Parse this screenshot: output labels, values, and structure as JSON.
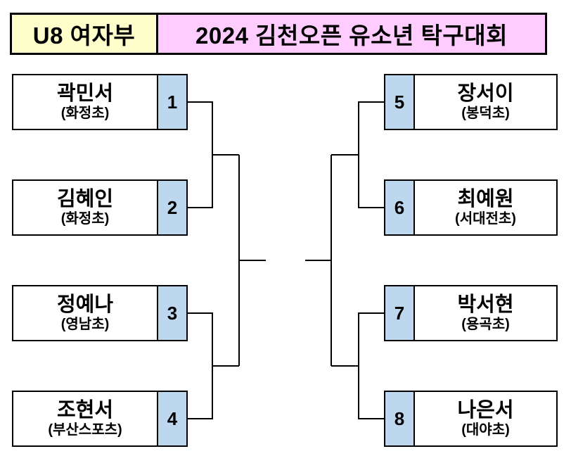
{
  "header": {
    "division": "U8 여자부",
    "title": "2024 김천오픈 유소년 탁구대회"
  },
  "colors": {
    "division_bg": "#FFFFCC",
    "title_bg": "#FFCCFF",
    "seed_bg": "#BDD7EE",
    "line": "#000000"
  },
  "bracket": {
    "rounds": 3,
    "left": [
      {
        "seed": "1",
        "name": "곽민서",
        "school": "(화정초)"
      },
      {
        "seed": "2",
        "name": "김혜인",
        "school": "(화정초)"
      },
      {
        "seed": "3",
        "name": "정예나",
        "school": "(영남초)"
      },
      {
        "seed": "4",
        "name": "조현서",
        "school": "(부산스포츠)"
      }
    ],
    "right": [
      {
        "seed": "5",
        "name": "장서이",
        "school": "(봉덕초)"
      },
      {
        "seed": "6",
        "name": "최예원",
        "school": "(서대전초)"
      },
      {
        "seed": "7",
        "name": "박서현",
        "school": "(용곡초)"
      },
      {
        "seed": "8",
        "name": "나은서",
        "school": "(대야초)"
      }
    ]
  }
}
